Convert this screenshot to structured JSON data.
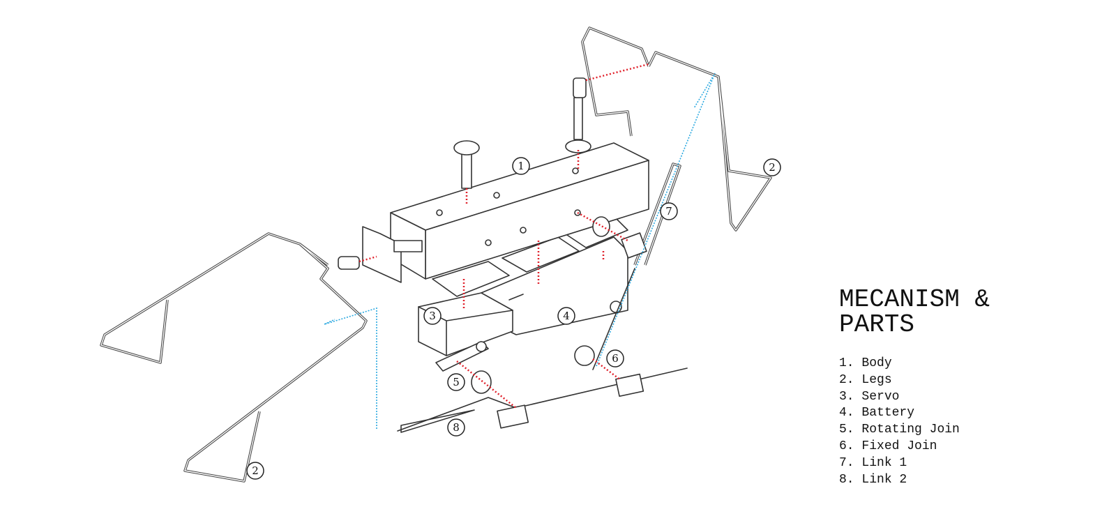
{
  "legend": {
    "title": "MECANISM & PARTS",
    "items": [
      {
        "number": "1.",
        "label": "Body"
      },
      {
        "number": "2.",
        "label": "Legs"
      },
      {
        "number": "3.",
        "label": "Servo"
      },
      {
        "number": "4.",
        "label": "Battery"
      },
      {
        "number": "5.",
        "label": "Rotating Join"
      },
      {
        "number": "6.",
        "label": "Fixed Join"
      },
      {
        "number": "7.",
        "label": "Link 1"
      },
      {
        "number": "8.",
        "label": "Link 2"
      }
    ]
  },
  "callouts": {
    "body": "1",
    "leg_right": "2",
    "leg_left": "2",
    "servo": "3",
    "battery": "4",
    "rotating_join": "5",
    "fixed_join": "6",
    "link1": "7",
    "link2": "8"
  },
  "colors": {
    "assembly_line": "#e0202a",
    "link_path": "#2aa8e0",
    "ink": "#333333"
  }
}
